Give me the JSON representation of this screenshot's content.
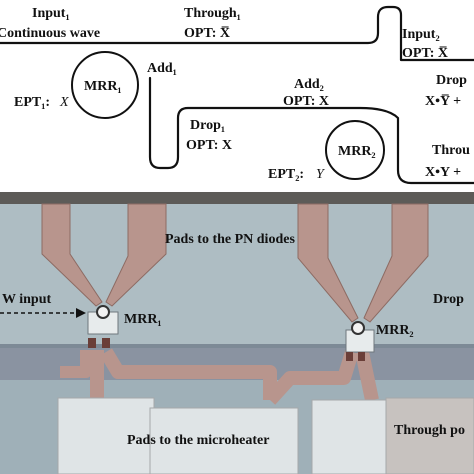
{
  "schematic": {
    "input1_label": "Input₁",
    "continuous_wave": "Continuous wave",
    "through1_label": "Through₁",
    "through1_opt": "OPT: X̅",
    "input2_label": "Input₂",
    "input2_opt": "OPT: X̅",
    "mrr1_label": "MRR₁",
    "add1_label": "Add₁",
    "ept1_label": "EPT₁:",
    "ept1_var": "X",
    "add2_label": "Add₂",
    "add2_opt": "OPT: X",
    "drop1_label": "Drop₁",
    "drop1_opt": "OPT: X",
    "mrr2_label": "MRR₂",
    "ept2_label": "EPT₂:",
    "ept2_var": "Y",
    "drop2_label": "Drop",
    "drop2_opt": "X•Y̅ +",
    "through2_label": "Throu",
    "through2_opt": "X•Y +"
  },
  "photo": {
    "pads_pn": "Pads to the PN diodes",
    "cw_input": "W input",
    "mrr1": "MRR₁",
    "mrr2": "MRR₂",
    "drop": "Drop",
    "pads_heater": "Pads to the microheater",
    "through": "Through po"
  },
  "colors": {
    "photo_background": "#aebdc3",
    "metal_pad": "#b8958d",
    "top_frame": "#5d5b58",
    "bottom_strip": "#8a93a1"
  }
}
